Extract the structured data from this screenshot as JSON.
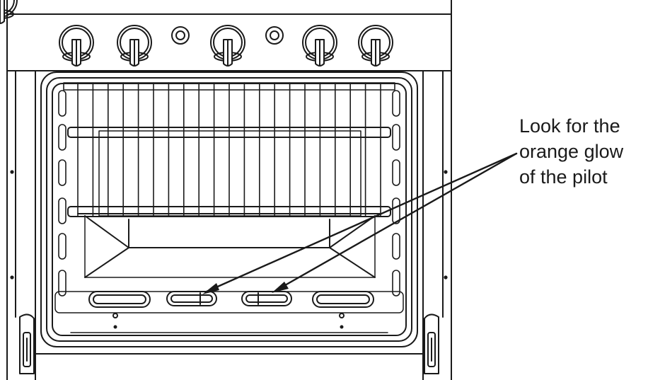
{
  "figure": {
    "stroke_color": "#1a1a1a",
    "fill_color": "#ffffff",
    "knob_count": 5,
    "igniter_button_count": 2
  },
  "callout": {
    "lines": [
      "Look for the",
      "orange glow",
      "of the pilot"
    ],
    "arrow_count": 2
  }
}
